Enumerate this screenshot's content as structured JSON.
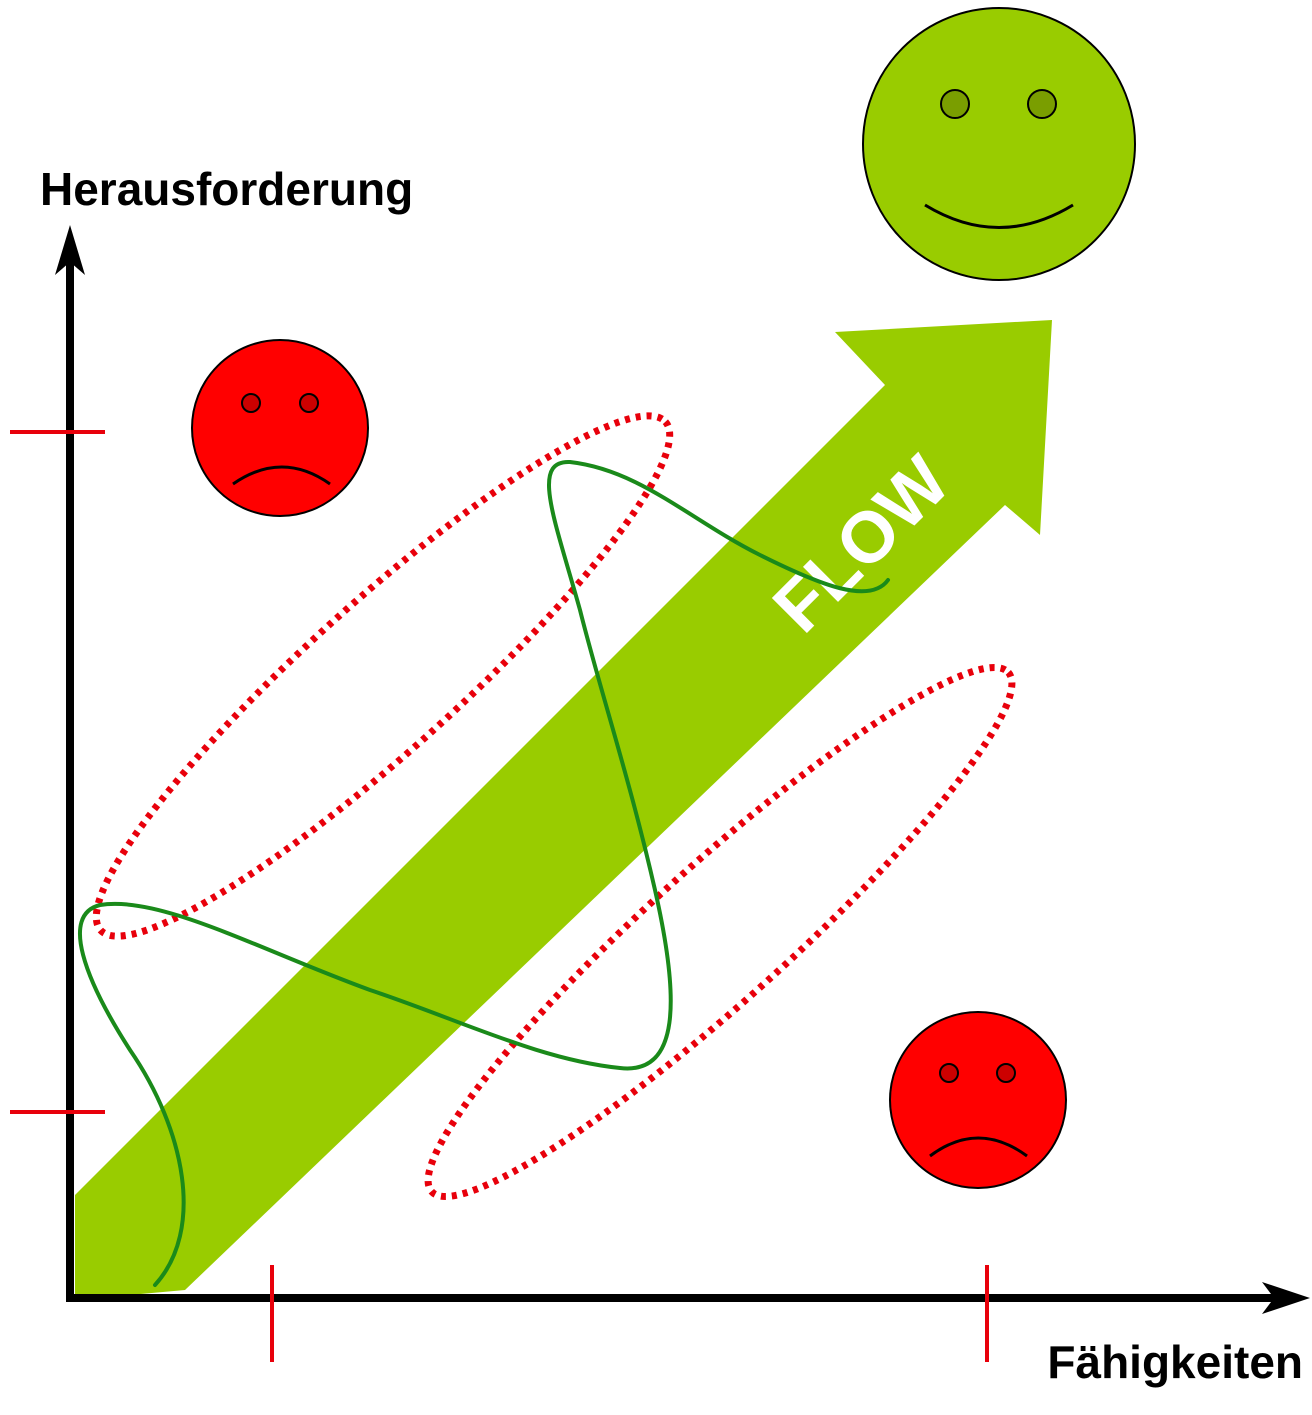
{
  "diagram": {
    "y_axis_label": "Herausforderung",
    "x_axis_label": "Fähigkeiten",
    "flow_label": "FLOW"
  },
  "colors": {
    "axis": "#000000",
    "tick": "#e8000b",
    "flow_arrow": "#99cc00",
    "path_line": "#1a8a1a",
    "zone_outline": "#e8000b",
    "happy_face": "#99cc00",
    "happy_eyes": "#7a9e00",
    "sad_face": "#ff0000",
    "sad_eyes": "#cc0000"
  },
  "icons": {
    "happy": "happy-face-icon",
    "sad": "sad-face-icon"
  }
}
